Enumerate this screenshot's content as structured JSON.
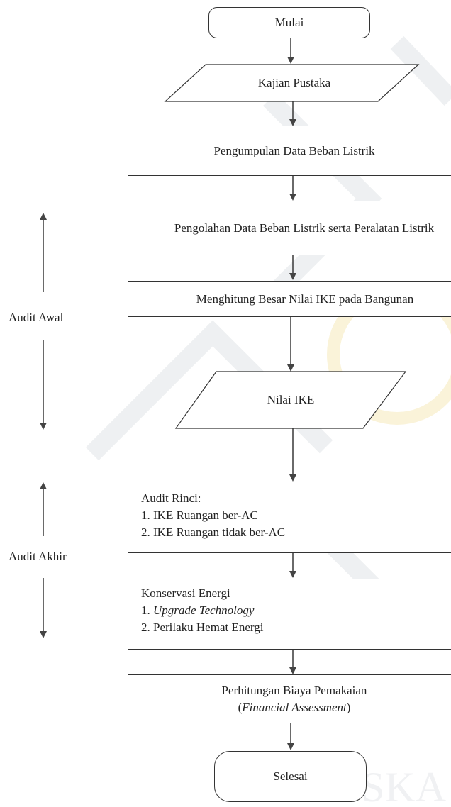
{
  "flowchart": {
    "start": "Mulai",
    "literature": "Kajian Pustaka",
    "collect_data": "Pengumpulan Data Beban Listrik",
    "process_data": "Pengolahan Data Beban Listrik serta Peralatan Listrik",
    "compute_ike": "Menghitung Besar Nilai IKE pada Bangunan",
    "ike_value": "Nilai IKE",
    "detailed_audit": {
      "title": "Audit Rinci:",
      "items": [
        "1. IKE Ruangan ber-AC",
        "2. IKE Ruangan tidak ber-AC"
      ]
    },
    "conservation": {
      "title": "Konservasi Energi",
      "item1_prefix": "1. ",
      "item1_italic": "Upgrade Technology",
      "item2": "2. Perilaku Hemat Energi"
    },
    "cost": {
      "line1": "Perhitungan Biaya Pemakaian",
      "line2_open": "(",
      "line2_italic": "Financial Assessment",
      "line2_close": ")"
    },
    "end": "Selesai"
  },
  "side_labels": {
    "initial_audit": "Audit Awal",
    "final_audit": "Audit Akhir"
  },
  "watermark": {
    "text": "UIN SUSKA",
    "color": "#d9c46a"
  }
}
